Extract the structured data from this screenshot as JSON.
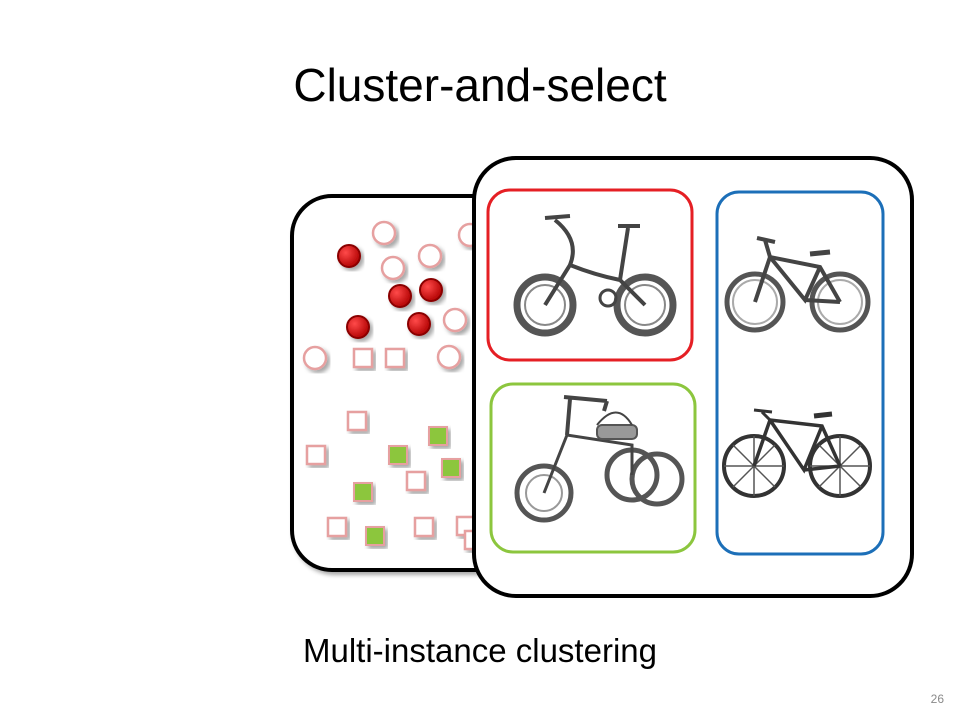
{
  "slide": {
    "title": "Cluster-and-select",
    "caption": "Multi-instance clustering",
    "page_number": "26"
  },
  "colors": {
    "red_cluster": "#e51f24",
    "green_cluster": "#8cc63e",
    "blue_cluster": "#1c6fb8",
    "point_filled_red": "#c00000",
    "point_filled_green": "#8cc63e",
    "point_outline": "#e6a0a0"
  },
  "icons": {
    "folding_bike": "folding-bike-icon",
    "mountain_bike": "mountain-bike-icon",
    "chopper_tricycle": "chopper-tricycle-icon",
    "road_bike": "road-bike-icon"
  }
}
